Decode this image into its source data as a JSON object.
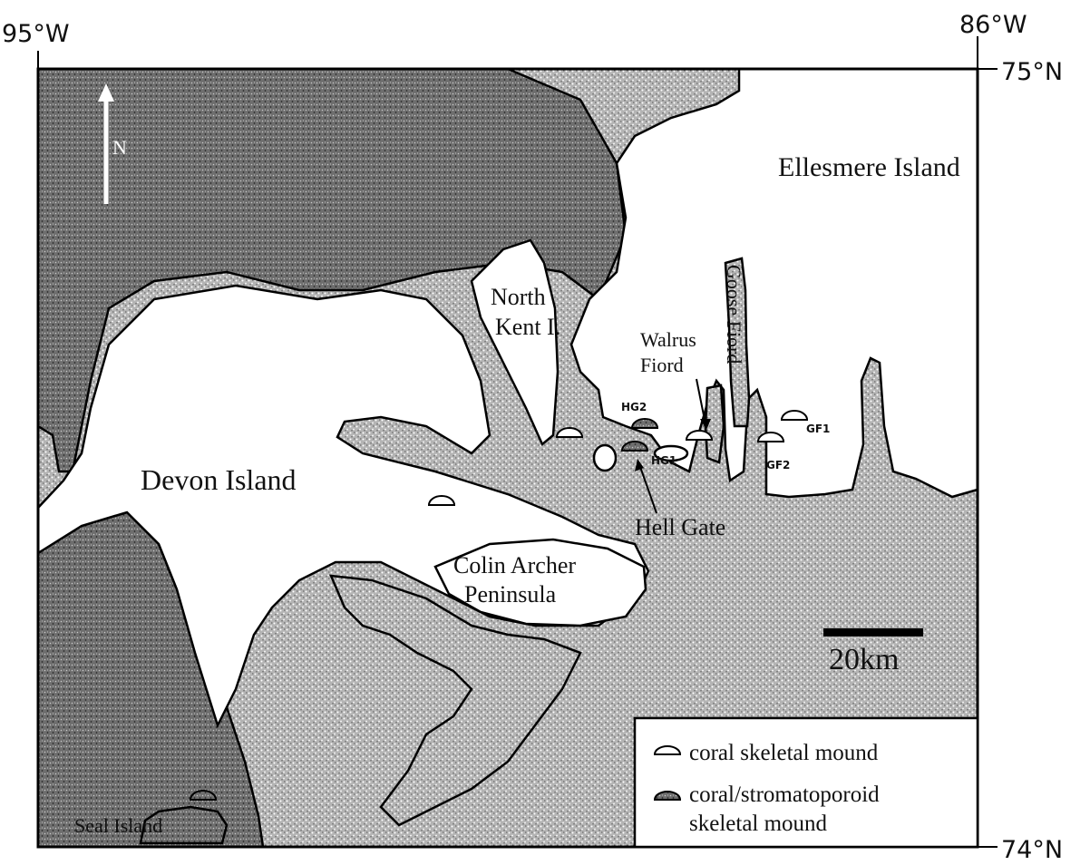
{
  "coordinates": {
    "west": "95°W",
    "east": "86°W",
    "north": "75°N",
    "south": "74°N"
  },
  "places": {
    "ellesmere": "Ellesmere Island",
    "north_kent_1": "North",
    "north_kent_2": "Kent I.",
    "walrus_1": "Walrus",
    "walrus_2": "Fiord",
    "goose": "Goose Fiord",
    "devon": "Devon Island",
    "hell_gate": "Hell Gate",
    "colin_1": "Colin  Archer",
    "colin_2": "Peninsula",
    "seal": "Seal Island"
  },
  "sites": {
    "hg2": "HG2",
    "hg1": "HG1",
    "gf1": "GF1",
    "gf2": "GF2"
  },
  "scale": {
    "label": "20km"
  },
  "legend": {
    "coral": "coral skeletal mound",
    "stroma_1": "coral/stromatoporoid",
    "stroma_2": "skeletal mound"
  },
  "north_arrow": "N",
  "icons": {
    "coral": "half-dome",
    "stroma": "dotted-half-dome"
  }
}
